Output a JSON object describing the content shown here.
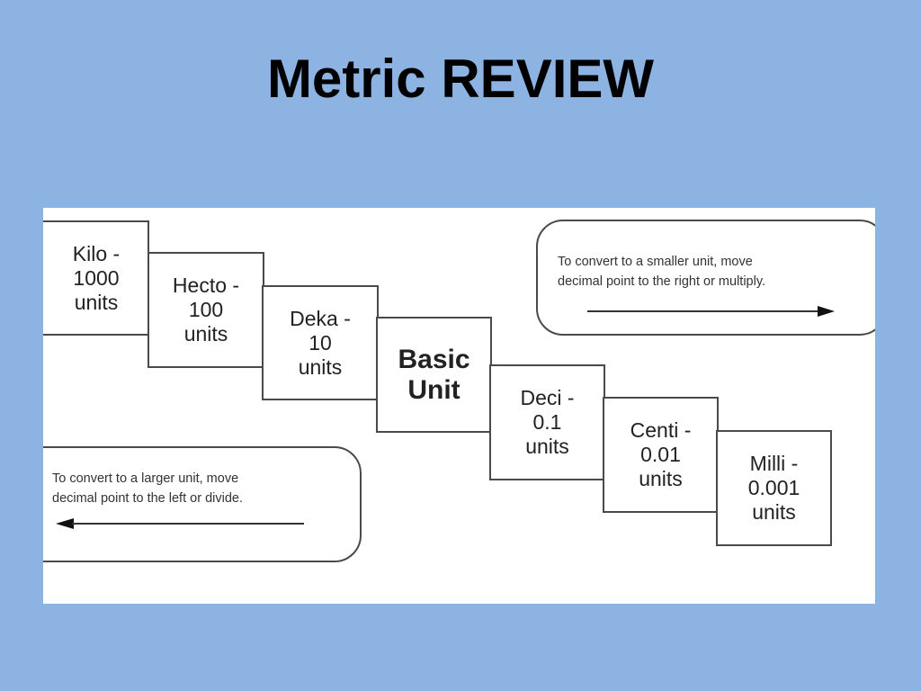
{
  "title": "Metric REVIEW",
  "steps": [
    {
      "prefix": "Kilo -",
      "value": "1000",
      "unit": "units"
    },
    {
      "prefix": "Hecto -",
      "value": "100",
      "unit": "units"
    },
    {
      "prefix": "Deka -",
      "value": "10",
      "unit": "units"
    },
    {
      "line1": "Basic",
      "line2": "Unit"
    },
    {
      "prefix": "Deci -",
      "value": "0.1",
      "unit": "units"
    },
    {
      "prefix": "Centi -",
      "value": "0.01",
      "unit": "units"
    },
    {
      "prefix": "Milli -",
      "value": "0.001",
      "unit": "units"
    }
  ],
  "notes": {
    "smaller": {
      "line1": "To convert to a smaller unit, move",
      "line2": "decimal  point to the right or multiply.",
      "arrow_direction": "right"
    },
    "larger": {
      "line1": "To convert to a larger unit, move",
      "line2": "decimal  point to the left or divide.",
      "arrow_direction": "left"
    }
  },
  "colors": {
    "background": "#8db3e2",
    "panel": "#ffffff",
    "border": "#4a4a4a"
  }
}
